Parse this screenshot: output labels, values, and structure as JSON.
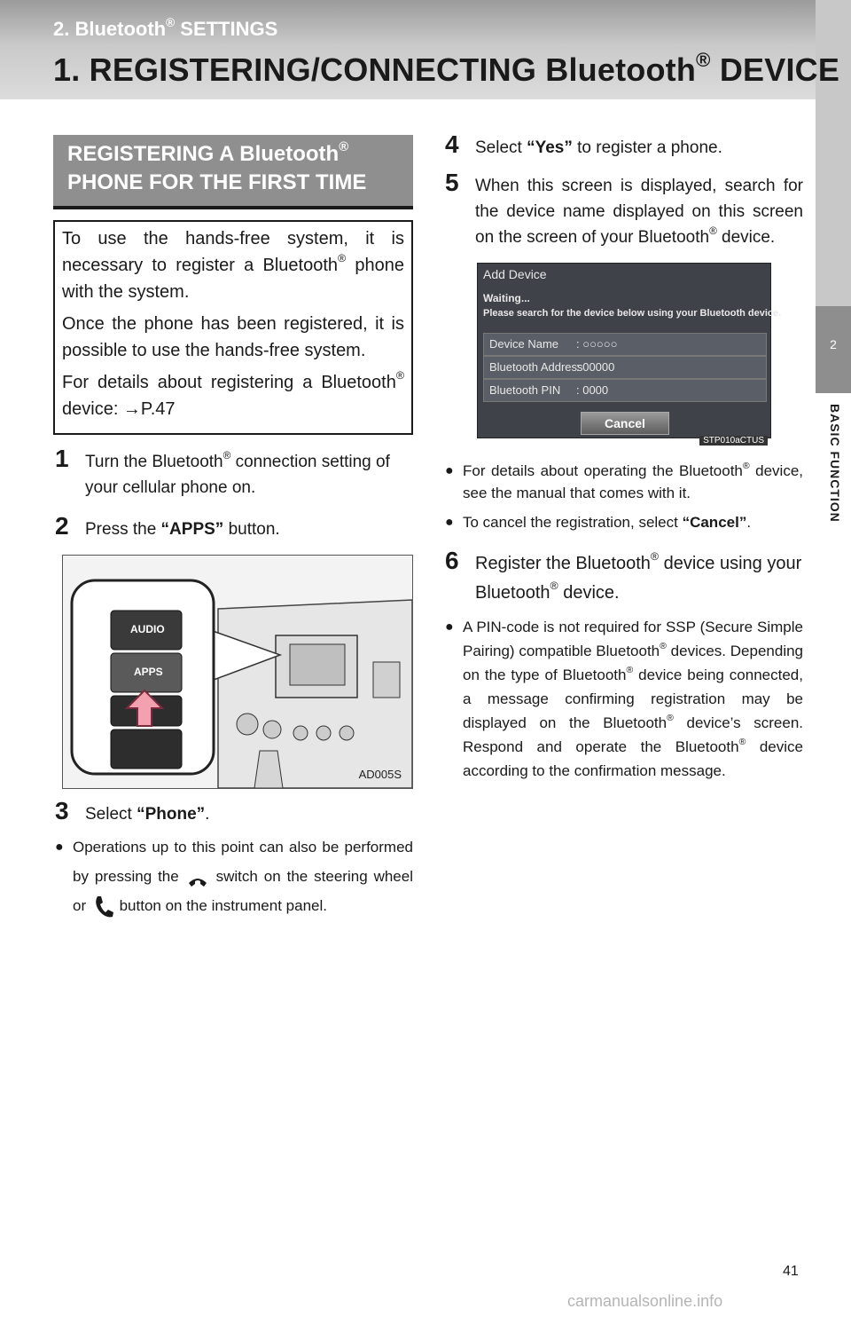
{
  "header": {
    "section_label": "2. Bluetooth® SETTINGS",
    "page_title": "1. REGISTERING/CONNECTING Bluetooth® DEVICE"
  },
  "side_tab": {
    "number": "2",
    "label": "BASIC FUNCTION"
  },
  "left_column": {
    "box_heading_line1": "REGISTERING A Bluetooth®",
    "box_heading_line2": "PHONE FOR THE FIRST TIME",
    "intro_p1": "To use the hands-free system, it is necessary to register a Bluetooth® phone with the system.",
    "intro_p2": "Once the phone has been registered, it is possible to use the hands-free system.",
    "intro_p3": "For details about registering a Bluetooth® device: →P.47",
    "step1_num": "1",
    "step1_text": "Turn the Bluetooth® connection setting of your cellular phone on.",
    "step2_num": "2",
    "step2_prefix": "Press the ",
    "step2_bold": "“APPS”",
    "step2_suffix": " button.",
    "figure1": {
      "audio_label": "AUDIO",
      "apps_label": "APPS",
      "code": "AD005S"
    },
    "step3_num": "3",
    "step3_prefix": "Select ",
    "step3_bold": "“Phone”",
    "step3_suffix": ".",
    "bullet1_a": "Operations up to this point can also be performed by pressing the",
    "bullet1_b": "switch on the steering wheel or",
    "bullet1_c": "button on the instrument panel."
  },
  "right_column": {
    "step4_num": "4",
    "step4_prefix": "Select ",
    "step4_bold": "“Yes”",
    "step4_suffix": " to register a phone.",
    "step5_num": "5",
    "step5_text": "When this screen is displayed, search for the device name displayed on this screen on the screen of your Bluetooth® device.",
    "screen": {
      "title": "Add Device",
      "waiting": "Waiting...",
      "instruction": "Please search for the device below using your Bluetooth device.",
      "rows": [
        {
          "label": "Device Name",
          "value": ": ○○○○○"
        },
        {
          "label": "Bluetooth Address",
          "value": ": 00000"
        },
        {
          "label": "Bluetooth PIN",
          "value": ": 0000"
        }
      ],
      "cancel": "Cancel",
      "code": "STP010aCTUS"
    },
    "bullet2": "For details about operating the Bluetooth® device, see the manual that comes with it.",
    "bullet3_prefix": "To cancel the registration, select ",
    "bullet3_bold": "“Cancel”",
    "bullet3_suffix": ".",
    "step6_num": "6",
    "step6_text": "Register the Bluetooth® device using your Bluetooth® device.",
    "bullet4": "A PIN-code is not required for SSP (Secure Simple Pairing) compatible Bluetooth® devices. Depending on the type of Bluetooth® device being connected, a message confirming registration may be displayed on the Bluetooth® device’s screen. Respond and operate the Bluetooth® device according to the confirmation message."
  },
  "footer": {
    "page_number": "41",
    "watermark": "carmanualsonline.info"
  }
}
